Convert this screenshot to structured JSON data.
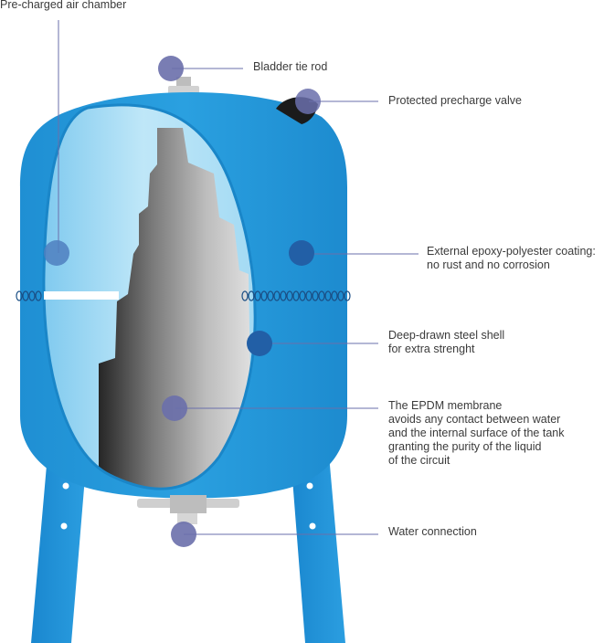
{
  "diagram": {
    "colors": {
      "shell_blue": "#2196d8",
      "shell_dark": "#1a86c8",
      "leg_blue": "#1e8fd6",
      "air_chamber": "#b4e3f7",
      "membrane_dark": "#2e2e2e",
      "membrane_light": "#d4d4d4",
      "marker": "#6a6fab",
      "marker_dark": "#225fa6",
      "leader_line": "#6a6fab",
      "text": "#3b3b3b"
    },
    "callouts": [
      {
        "id": "pre-charged-air-chamber",
        "lines": [
          "Pre-charged air chamber"
        ]
      },
      {
        "id": "bladder-tie-rod",
        "lines": [
          "Bladder tie rod"
        ]
      },
      {
        "id": "protected-precharge-valve",
        "lines": [
          "Protected precharge valve"
        ]
      },
      {
        "id": "external-coating",
        "lines": [
          "External epoxy-polyester coating:",
          "no rust and no corrosion"
        ]
      },
      {
        "id": "steel-shell",
        "lines": [
          "Deep-drawn steel shell",
          "for extra strenght"
        ]
      },
      {
        "id": "epdm-membrane",
        "lines": [
          "The EPDM membrane",
          "avoids any contact between water",
          "and the internal surface of the tank",
          "granting the purity of the liquid",
          "of the circuit"
        ]
      },
      {
        "id": "water-connection",
        "lines": [
          "Water connection"
        ]
      }
    ]
  }
}
